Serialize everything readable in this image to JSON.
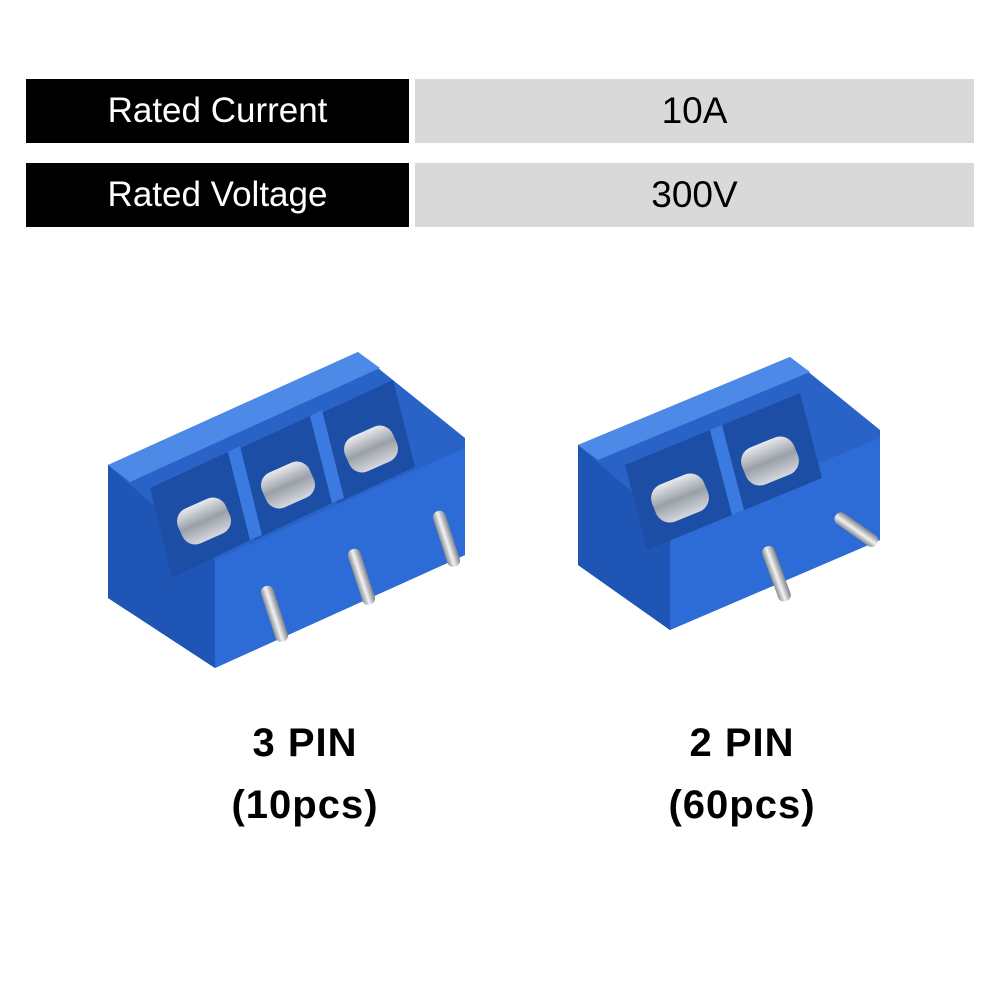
{
  "specs": [
    {
      "label": "Rated Current",
      "value": "10A"
    },
    {
      "label": "Rated Voltage",
      "value": "300V"
    }
  ],
  "products": [
    {
      "title": "3 PIN",
      "quantity": "(10pcs)"
    },
    {
      "title": "2 PIN",
      "quantity": "(60pcs)"
    }
  ],
  "colors": {
    "label_bg": "#000000",
    "value_bg": "#d9d9d9",
    "terminal_blue": "#2e6fd8"
  }
}
